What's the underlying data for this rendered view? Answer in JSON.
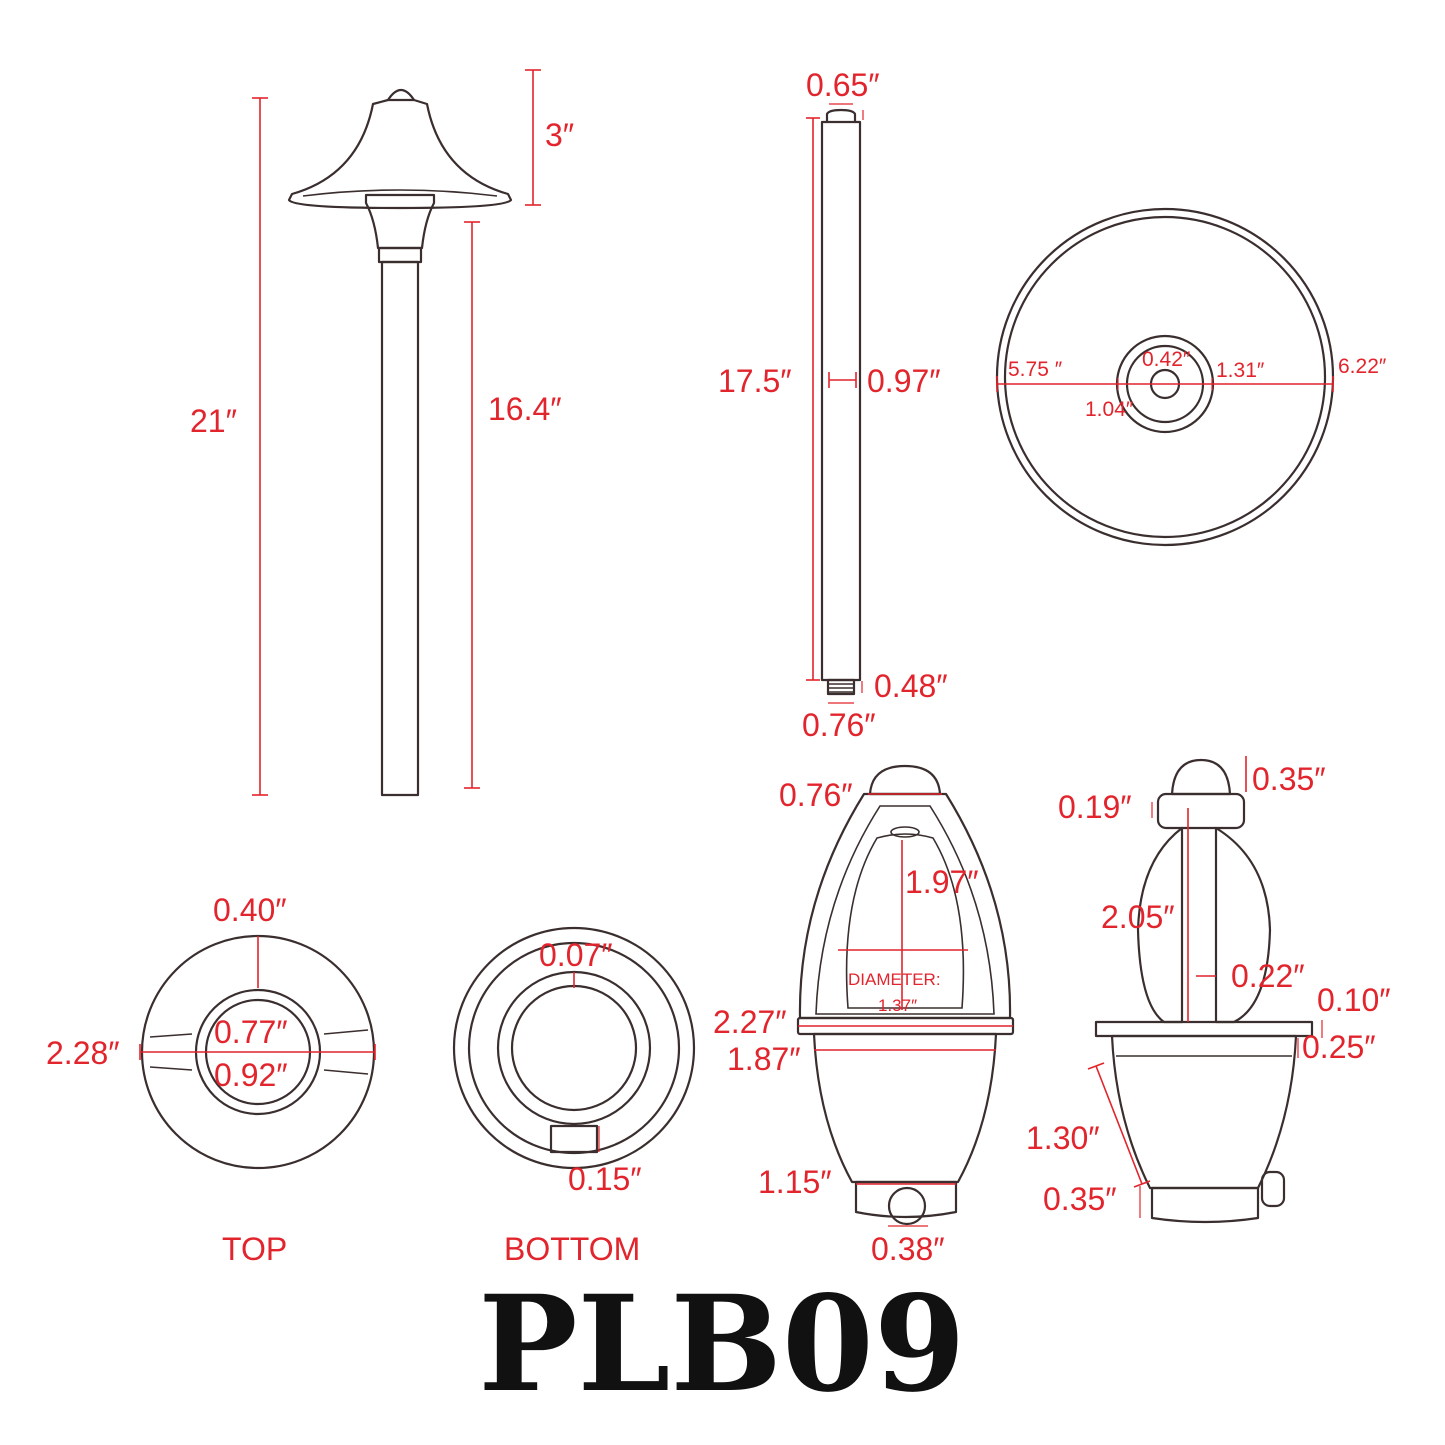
{
  "model": "PLB09",
  "views": {
    "top": "TOP",
    "bottom": "BOTTOM"
  },
  "dimensions": {
    "overall_height": "21″",
    "shade_height": "3″",
    "stem_height": "16.4″",
    "stem_cap": "0.65″",
    "stem_length": "17.5″",
    "stem_diameter": "0.97″",
    "stem_thread_len": "0.48″",
    "stem_thread_dia": "0.76″",
    "shade_radius": "5.75 ″",
    "shade_hole": "0.42″",
    "shade_ring": "1.31″",
    "shade_diameter": "6.22″",
    "shade_inner": "1.04″",
    "top_depth": "0.40″",
    "top_outer": "2.28″",
    "top_inner1": "0.77″",
    "top_inner2": "0.92″",
    "bottom_wall": "0.07″",
    "bottom_notch": "0.15″",
    "front_cap": "0.76″",
    "front_height": "1.97″",
    "front_diameter_label": "DIAMETER:",
    "front_diameter_value": "1.37″",
    "front_flange": "2.27″",
    "front_body": "1.87″",
    "front_base": "1.15″",
    "front_knob": "0.38″",
    "side_cap": "0.35″",
    "side_cap_h": "0.19″",
    "side_height": "2.05″",
    "side_rod": "0.22″",
    "side_flange": "0.10″",
    "side_ring": "0.25″",
    "side_body": "1.30″",
    "side_base": "0.35″"
  }
}
